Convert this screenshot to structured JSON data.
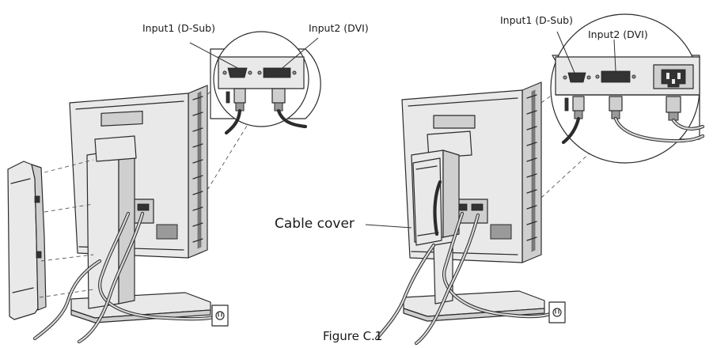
{
  "left_panel": {
    "label_input1": "Input1 (D-Sub)",
    "label_input2": "Input2 (DVI)"
  },
  "right_panel": {
    "label_input1": "Input1 (D-Sub)",
    "label_input2": "Input2 (DVI)",
    "label_cable_cover": "Cable cover"
  },
  "caption": "Figure C.1"
}
